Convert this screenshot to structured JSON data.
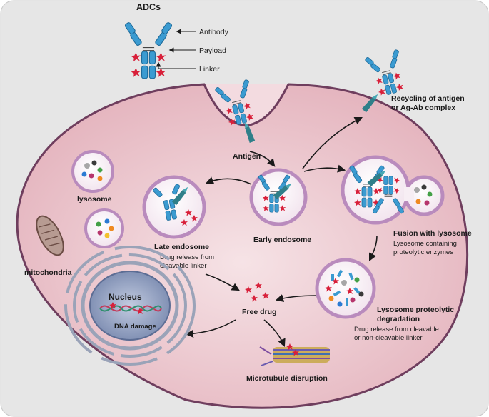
{
  "title": "ADCs",
  "legend": {
    "antibody": "Antibody",
    "payload": "Payload",
    "linker": "Linker"
  },
  "labels": {
    "antigen": "Antigen",
    "recycling_1": "Recycling of antigen",
    "recycling_2": "or Ag-Ab complex",
    "lysosome": "lysosome",
    "mitochondria": "mitochondria",
    "late_endosome": "Late endosome",
    "late_endosome_sub_1": "Drug release from",
    "late_endosome_sub_2": "cleavable linker",
    "early_endosome": "Early endosome",
    "fusion": "Fusion with lysosome",
    "fusion_sub_1": "Lysosome containing",
    "fusion_sub_2": "proteolytic enzymes",
    "degradation_1": "Lysosome proteolytic",
    "degradation_2": "degradation",
    "degradation_sub_1": "Drug release from cleavable",
    "degradation_sub_2": "or non-cleavable linker",
    "free_drug": "Free drug",
    "nucleus": "Nucleus",
    "dna_damage": "DNA damage",
    "microtubule": "Microtubule disruption"
  },
  "colors": {
    "panel": "#e6e6e6",
    "cell_fill": "#efcdd3",
    "cell_stroke": "#6f3e5e",
    "vesicle_stroke": "#b98bbd",
    "antibody_blue": "#3b9bd1",
    "payload_red": "#d8203a",
    "nucleus_fill": "#8e9dbd"
  }
}
